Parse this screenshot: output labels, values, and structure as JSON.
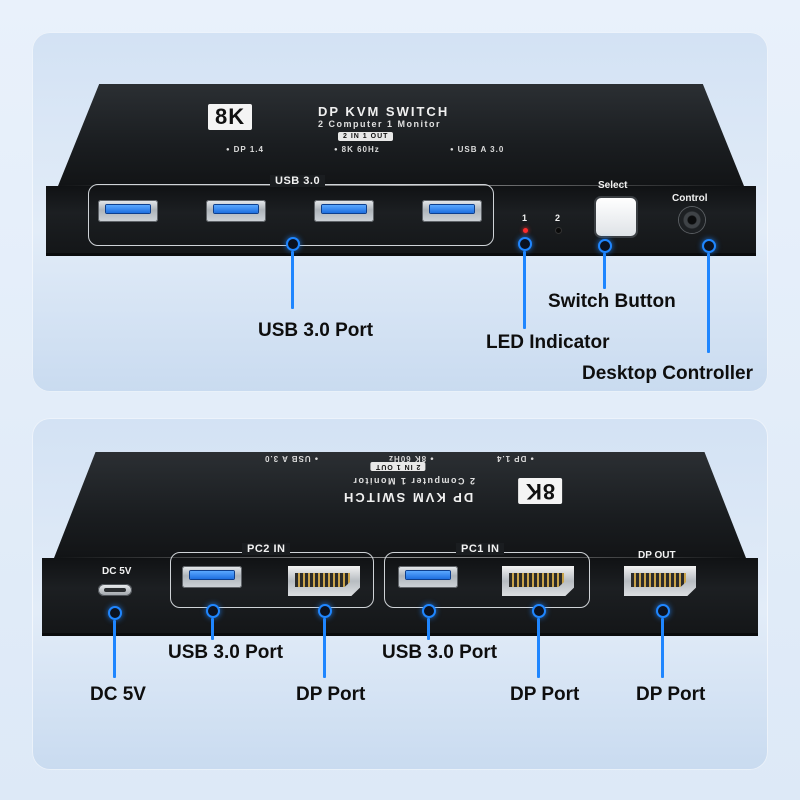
{
  "device_top": {
    "badge": "8K",
    "title": "DP  KVM SWITCH",
    "subtitle": "2 Computer 1 Monitor",
    "chip": "2 IN 1 OUT",
    "features": [
      "DP 1.4",
      "8K 60Hz",
      "USB A 3.0"
    ]
  },
  "front": {
    "usb_group_label": "USB 3.0",
    "led_numbers": [
      "1",
      "2"
    ],
    "select_label": "Select",
    "control_label": "Control",
    "callouts": {
      "usb_port": "USB 3.0 Port",
      "led": "LED Indicator",
      "switch": "Switch Button",
      "controller": "Desktop Controller"
    }
  },
  "rear": {
    "dc_label": "DC 5V",
    "pc2_label": "PC2 IN",
    "pc1_label": "PC1 IN",
    "dp_out_label": "DP OUT",
    "callouts": {
      "dc": "DC 5V",
      "usb_pc2": "USB 3.0 Port",
      "dp_pc2": "DP Port",
      "usb_pc1": "USB 3.0 Port",
      "dp_pc1": "DP Port",
      "dp_out": "DP Port"
    }
  },
  "colors": {
    "accent": "#1f86ff",
    "led_active": "#ff2a2a",
    "usb_blue": "#1e6fe0"
  }
}
